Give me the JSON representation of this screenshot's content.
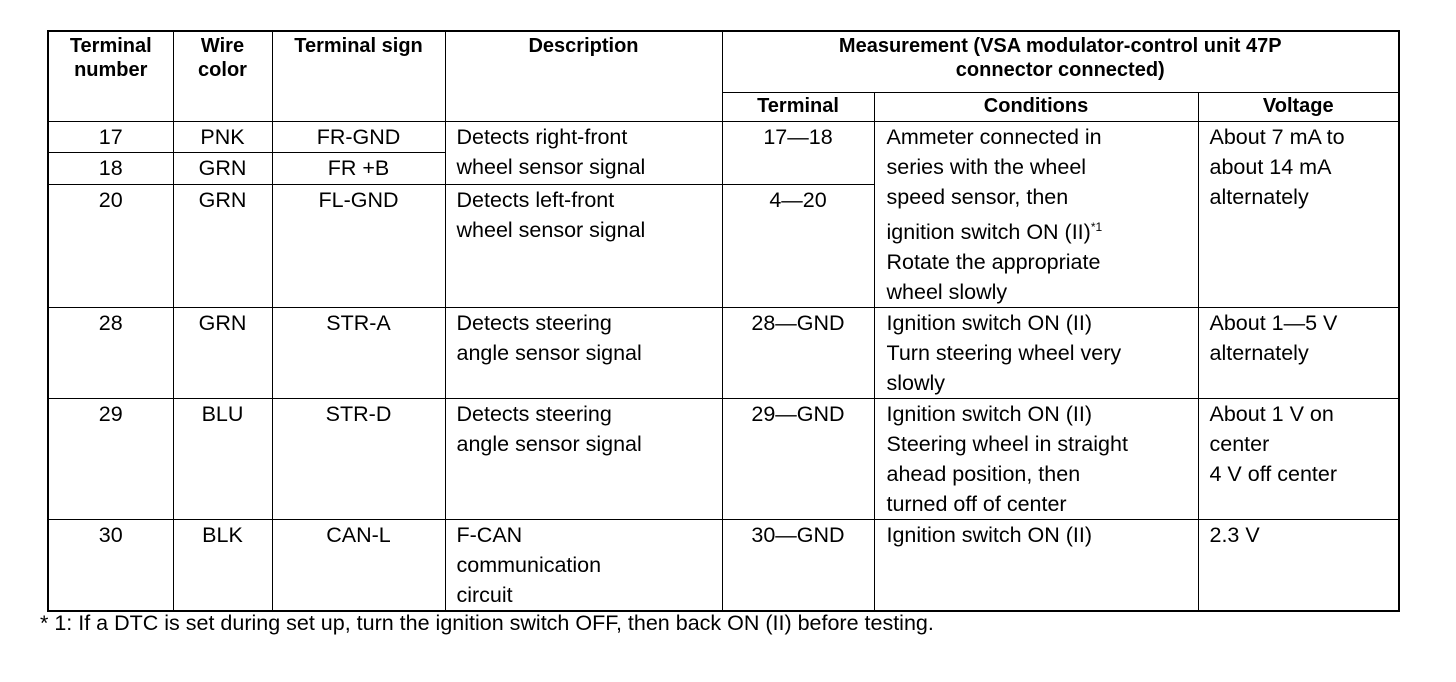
{
  "table": {
    "headers": {
      "terminal_number": "Terminal\nnumber",
      "wire_color": "Wire\ncolor",
      "terminal_sign": "Terminal sign",
      "description": "Description",
      "measurement": "Measurement (VSA modulator-control unit 47P\nconnector connected)",
      "terminal": "Terminal",
      "conditions": "Conditions",
      "voltage": "Voltage"
    },
    "rows": {
      "r17": {
        "number": "17",
        "color": "PNK",
        "sign": "FR-GND"
      },
      "r18": {
        "number": "18",
        "color": "GRN",
        "sign": "FR +B"
      },
      "r20": {
        "number": "20",
        "color": "GRN",
        "sign": "FL-GND"
      },
      "fr_description": "Detects right-front\nwheel sensor signal",
      "fl_description": "Detects left-front\nwheel sensor signal",
      "fr_terminal": "17—18",
      "fl_terminal": "4—20",
      "wheel_conditions_a": "Ammeter connected in\nseries with the wheel\nspeed sensor, then\nignition switch ON (II)",
      "wheel_conditions_sup": "*1",
      "wheel_conditions_b": "Rotate the appropriate\nwheel slowly",
      "wheel_voltage": "About 7 mA to\nabout 14 mA\nalternately",
      "r28": {
        "number": "28",
        "color": "GRN",
        "sign": "STR-A",
        "description": "Detects steering\nangle sensor signal",
        "terminal": "28—GND",
        "conditions": "Ignition switch ON (II)\nTurn steering wheel very\nslowly",
        "voltage": "About 1—5 V\nalternately"
      },
      "r29": {
        "number": "29",
        "color": "BLU",
        "sign": "STR-D",
        "description": "Detects steering\nangle sensor signal",
        "terminal": "29—GND",
        "conditions": "Ignition switch ON (II)\nSteering wheel in straight\nahead position, then\nturned off of center",
        "voltage": "About 1 V on\ncenter\n4 V off center"
      },
      "r30": {
        "number": "30",
        "color": "BLK",
        "sign": "CAN-L",
        "description": "F-CAN\ncommunication\ncircuit",
        "terminal": "30—GND",
        "conditions": "Ignition switch ON (II)",
        "voltage": "2.3 V"
      }
    }
  },
  "footnote": "* 1: If a DTC is set during set up, turn the ignition switch OFF, then back ON (II) before testing."
}
